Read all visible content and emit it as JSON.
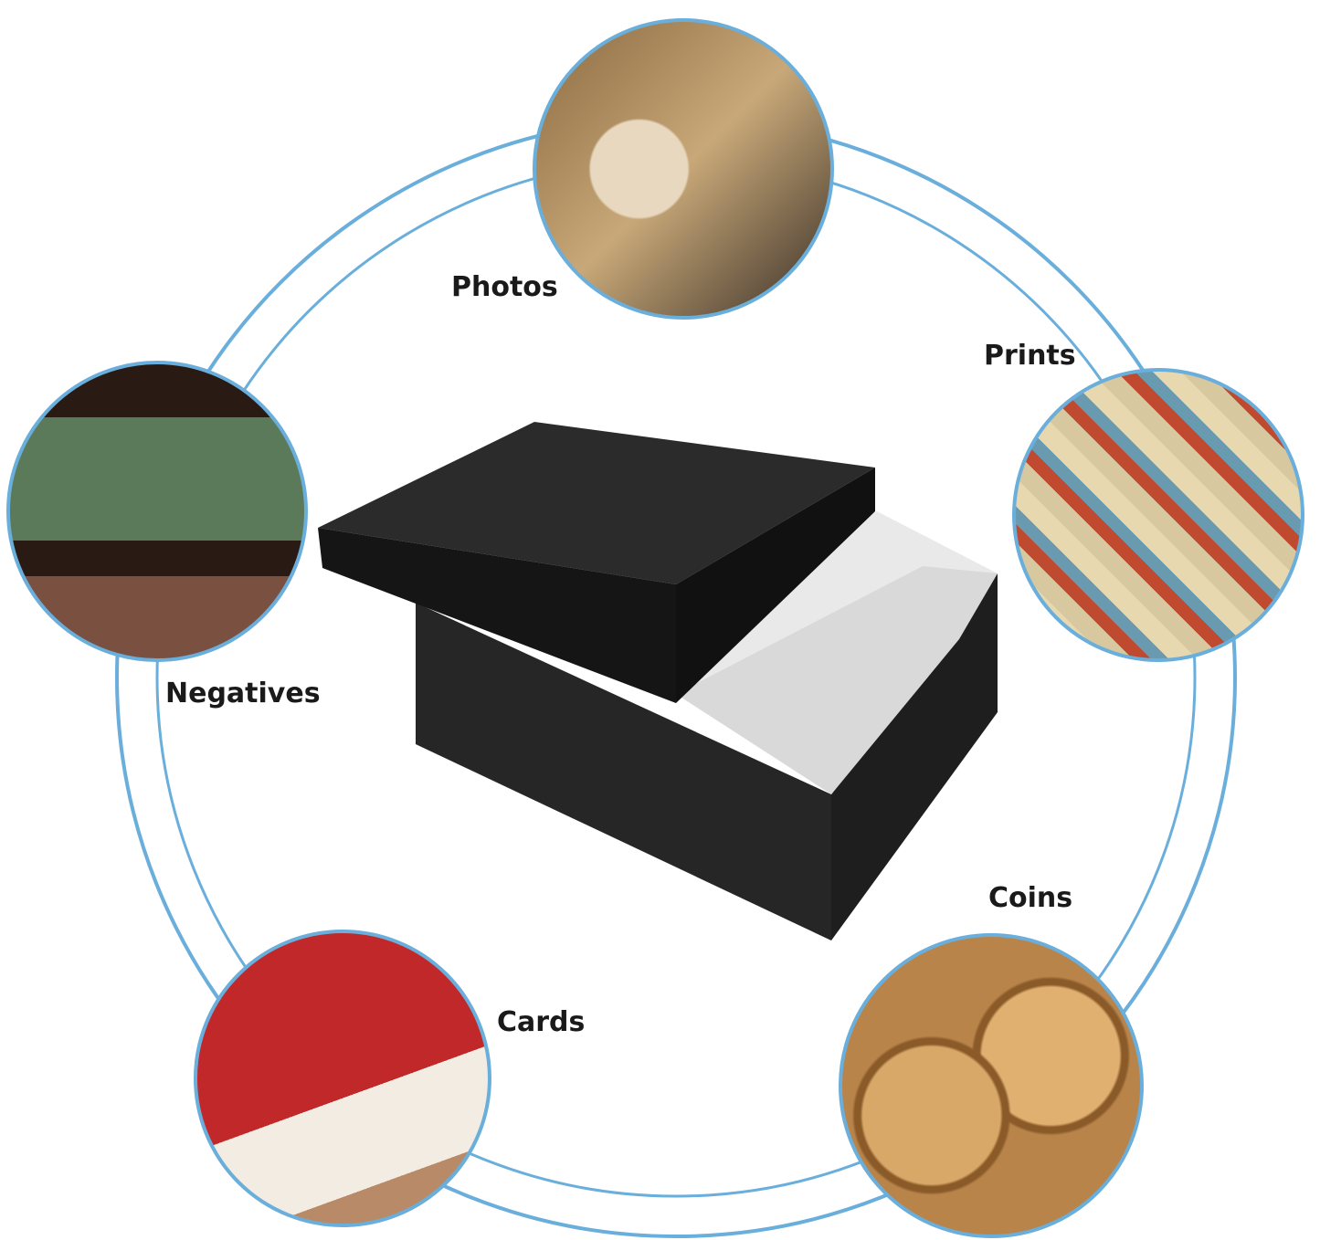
{
  "colors": {
    "ring": "#6aaedc",
    "box": "#1c1c1c",
    "box_inner": "#e8e8e8"
  },
  "items": [
    {
      "label": "Photos",
      "icon": "photos-image"
    },
    {
      "label": "Prints",
      "icon": "prints-image"
    },
    {
      "label": "Negatives",
      "icon": "negatives-image"
    },
    {
      "label": "Cards",
      "icon": "cards-image"
    },
    {
      "label": "Coins",
      "icon": "coins-image"
    }
  ]
}
